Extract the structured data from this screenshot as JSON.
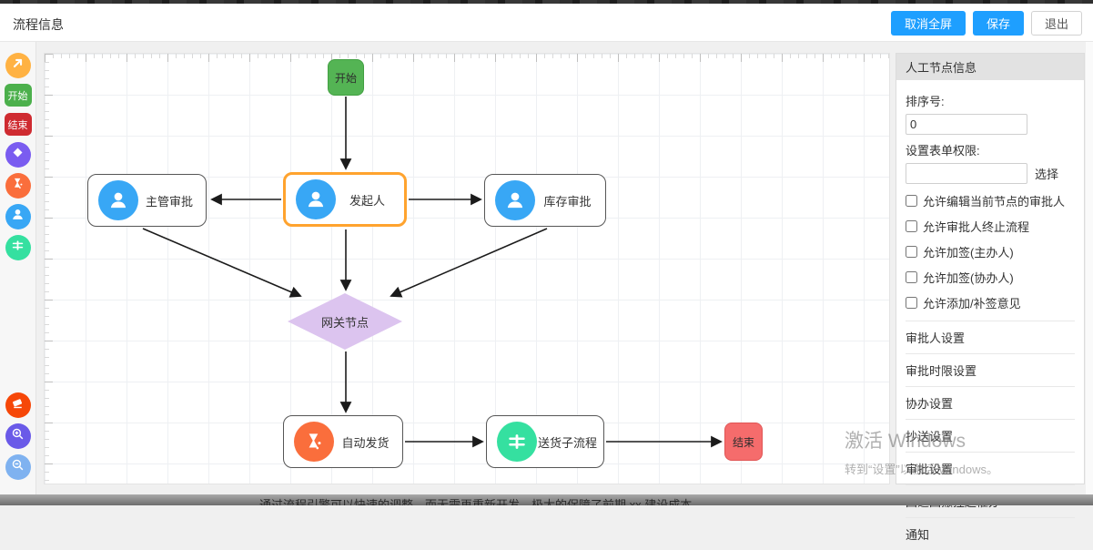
{
  "header": {
    "title": "流程信息",
    "cancel_fullscreen": "取消全屏",
    "save": "保存",
    "exit": "退出"
  },
  "toolbar": {
    "start_label": "开始",
    "end_label": "结束"
  },
  "diagram": {
    "nodes": [
      {
        "id": "start",
        "label": "开始",
        "type": "start-event"
      },
      {
        "id": "initiator",
        "label": "发起人",
        "type": "user-task",
        "selected": true
      },
      {
        "id": "supervisor-approval",
        "label": "主管审批",
        "type": "user-task"
      },
      {
        "id": "inventory-approval",
        "label": "库存审批",
        "type": "user-task"
      },
      {
        "id": "gateway",
        "label": "网关节点",
        "type": "gateway"
      },
      {
        "id": "auto-ship",
        "label": "自动发货",
        "type": "service-task"
      },
      {
        "id": "delivery-subprocess",
        "label": "送货子流程",
        "type": "subprocess"
      },
      {
        "id": "end",
        "label": "结束",
        "type": "end-event"
      }
    ],
    "edges": [
      "start->initiator",
      "initiator->supervisor-approval",
      "initiator->inventory-approval",
      "initiator->gateway",
      "supervisor-approval->gateway",
      "inventory-approval->gateway",
      "gateway->auto-ship",
      "auto-ship->delivery-subprocess",
      "delivery-subprocess->end"
    ]
  },
  "panel": {
    "title": "人工节点信息",
    "sort_label": "排序号:",
    "sort_value": "0",
    "form_perm_label": "设置表单权限:",
    "form_perm_value": "",
    "select_button": "选择",
    "checkboxes": [
      "允许编辑当前节点的审批人",
      "允许审批人终止流程",
      "允许加签(主办人)",
      "允许加签(协办人)",
      "允许添加/补签意见"
    ],
    "sections": [
      "审批人设置",
      "审批时限设置",
      "协办设置",
      "抄送设置",
      "审批设置",
      "回退回撤挂起催办",
      "通知"
    ]
  },
  "watermark": {
    "line1": "激活 Windows",
    "line2": "转到“设置”以激活 Windows。"
  },
  "footer": {
    "clipped_text": "通过流程引擎可以快速的调整，而无需再重新开发，极大的保障了前期 xx 建设成本"
  },
  "colors": {
    "accent_blue": "#1E9FFF",
    "start_green": "#54b454",
    "end_red": "#f56c6c",
    "gateway_purple": "#dcc4ef",
    "selection_orange": "#ffa32e"
  }
}
